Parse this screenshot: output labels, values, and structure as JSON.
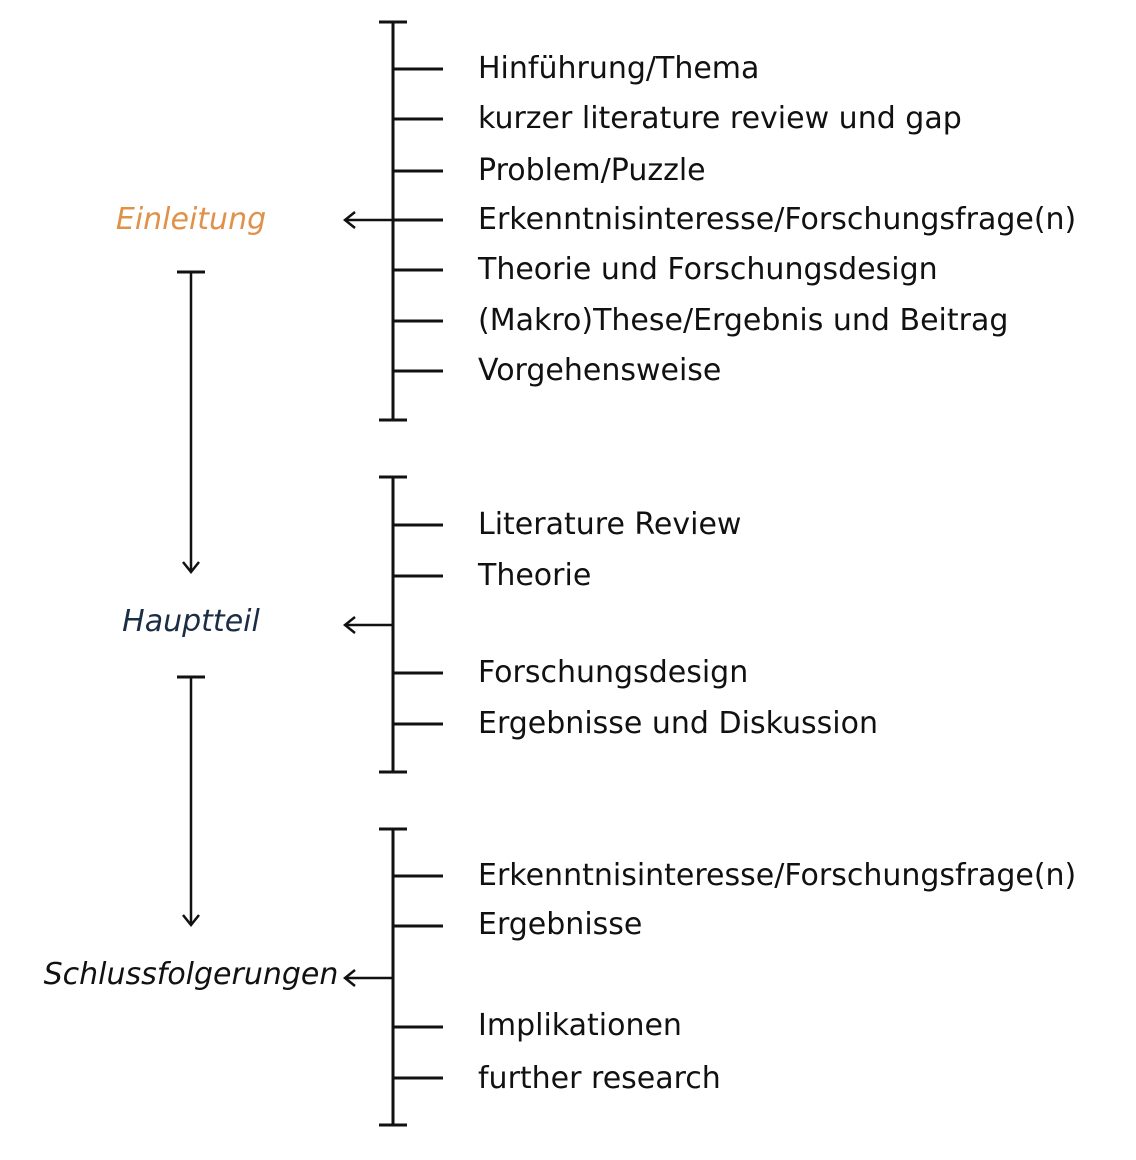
{
  "colors": {
    "einleitung": "#e0914a",
    "hauptteil": "#1b2d44",
    "schluss": "#111111",
    "text": "#111111",
    "lines": "#111111"
  },
  "sections": [
    {
      "label": "Einleitung",
      "items": [
        "Hinführung/Thema",
        "kurzer literature review und gap",
        "Problem/Puzzle",
        "Erkenntnisinteresse/Forschungsfrage(n)",
        "Theorie und Forschungsdesign",
        "(Makro)These/Ergebnis und Beitrag",
        "Vorgehensweise"
      ]
    },
    {
      "label": "Hauptteil",
      "items": [
        "Literature Review",
        "Theorie",
        "Forschungsdesign",
        "Ergebnisse und Diskussion"
      ]
    },
    {
      "label": "Schlussfolgerungen",
      "items": [
        "Erkenntnisinteresse/Forschungsfrage(n)",
        "Ergebnisse",
        "Implikationen",
        "further research"
      ]
    }
  ]
}
